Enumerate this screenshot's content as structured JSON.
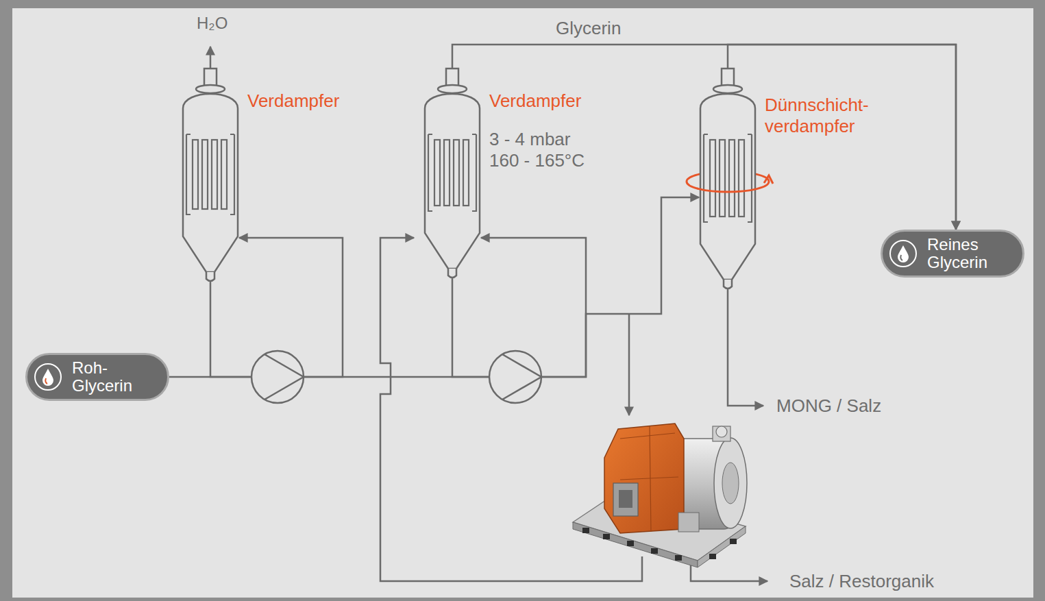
{
  "diagram": {
    "nodes": [
      {
        "text": [
          "Roh- Glycerin"
        ]
      },
      {
        "text": [
          "Verdampfer"
        ]
      },
      {
        "text": [
          "Verdampfer",
          "3 - 4 mbar 160 - 165°C"
        ]
      },
      {
        "text": [
          "Dünnschicht- verdampfer"
        ]
      },
      {
        "text": [
          "Reines Glycerin"
        ]
      }
    ],
    "edges": [
      {
        "from": 0,
        "to": 1,
        "arrow": "to"
      },
      {
        "from": 1,
        "to": 2,
        "arrow": "to"
      },
      {
        "from": 2,
        "to": 3,
        "arrow": "to"
      },
      {
        "from": 2,
        "to": 4,
        "label": "Glycerin",
        "arrow": "to"
      },
      {
        "from": 3,
        "to": 4,
        "arrow": "to"
      }
    ],
    "labels": [
      "H₂O",
      "MONG / Salz",
      "Salz / Restorganik"
    ]
  }
}
